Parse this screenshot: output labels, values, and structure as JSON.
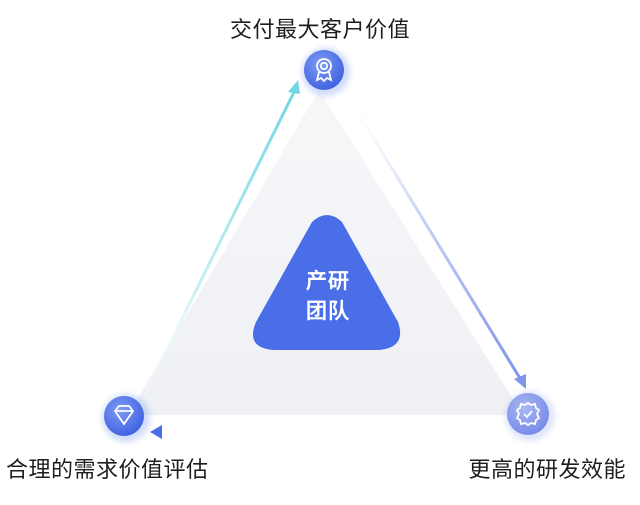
{
  "diagram": {
    "center_label_line1": "产研",
    "center_label_line2": "团队",
    "nodes": [
      {
        "label": "交付最大客户价值",
        "icon": "award-badge-icon"
      },
      {
        "label": "更高的研发效能",
        "icon": "gear-check-icon"
      },
      {
        "label": "合理的需求价值评估",
        "icon": "diamond-icon"
      }
    ],
    "colors": {
      "accent_blue": "#4a6ee8",
      "accent_cyan": "#6fd6e3",
      "triangle_fill": "#f2f3f6",
      "text": "#1e1e1e"
    }
  }
}
